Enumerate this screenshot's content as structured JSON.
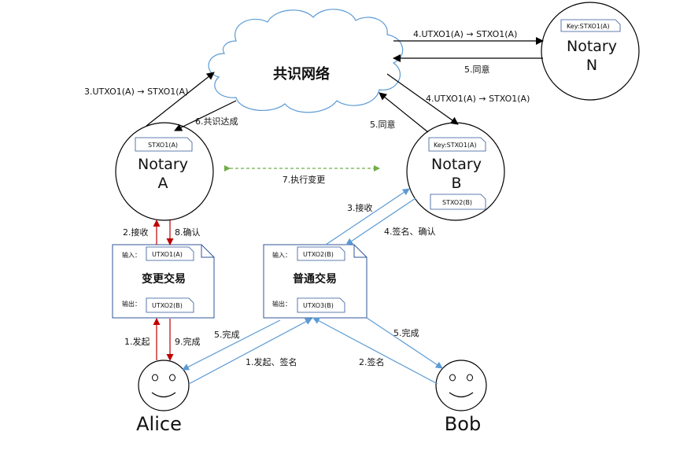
{
  "cloud": {
    "label": "共识网络"
  },
  "nodes": {
    "notary_a": {
      "line1": "Notary",
      "line2": "A",
      "tag": "STXO1(A)"
    },
    "notary_b": {
      "line1": "Notary",
      "line2": "B",
      "tag": "Key:STXO1(A)",
      "tag2": "STXO2(B)"
    },
    "notary_n": {
      "line1": "Notary",
      "line2": "N",
      "tag": "Key:STXO1(A)"
    }
  },
  "docs": {
    "change_tx": {
      "title": "变更交易",
      "input_label": "输入：",
      "input_value": "UTXO1(A)",
      "output_label": "输出：",
      "output_value": "UTXO2(B)"
    },
    "normal_tx": {
      "title": "普通交易",
      "input_label": "输入：",
      "input_value": "UTXO2(B)",
      "output_label": "输出：",
      "output_value": "UTXO3(B)"
    }
  },
  "people": {
    "alice": "Alice",
    "bob": "Bob"
  },
  "edges": {
    "a_to_cloud": "3.UTXO1(A) → STXO1(A)",
    "cloud_to_a": "6.共识达成",
    "cloud_to_n": "4.UTXO1(A) → STXO1(A)",
    "n_to_cloud": "5.同意",
    "cloud_to_b": "4.UTXO1(A) → STXO1(A)",
    "b_to_cloud": "5.同意",
    "a_b_exec": "7.执行变更",
    "a_to_change": "2.接收",
    "change_to_a": "8.确认",
    "alice_to_change": "1.发起",
    "change_to_alice": "9.完成",
    "normal_to_b": "3.接收",
    "b_to_normal": "4.签名、确认",
    "normal_to_alice": "5.完成",
    "alice_to_normal": "1.发起、签名",
    "bob_to_normal": "2.签名",
    "normal_to_bob": "5.完成"
  },
  "colors": {
    "black": "#000000",
    "red": "#c00000",
    "blue": "#5b9bd5",
    "green": "#70ad47",
    "doc_border": "#2f5597"
  }
}
